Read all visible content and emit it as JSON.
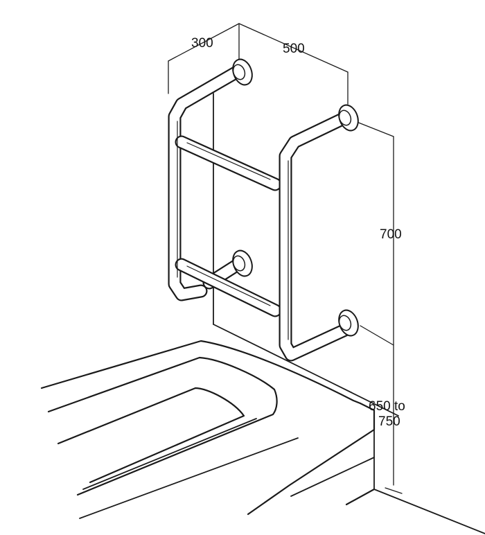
{
  "dimensions": {
    "depth": "300",
    "width": "500",
    "height": "700",
    "mount_height_line1": "650 to",
    "mount_height_line2": "750"
  }
}
